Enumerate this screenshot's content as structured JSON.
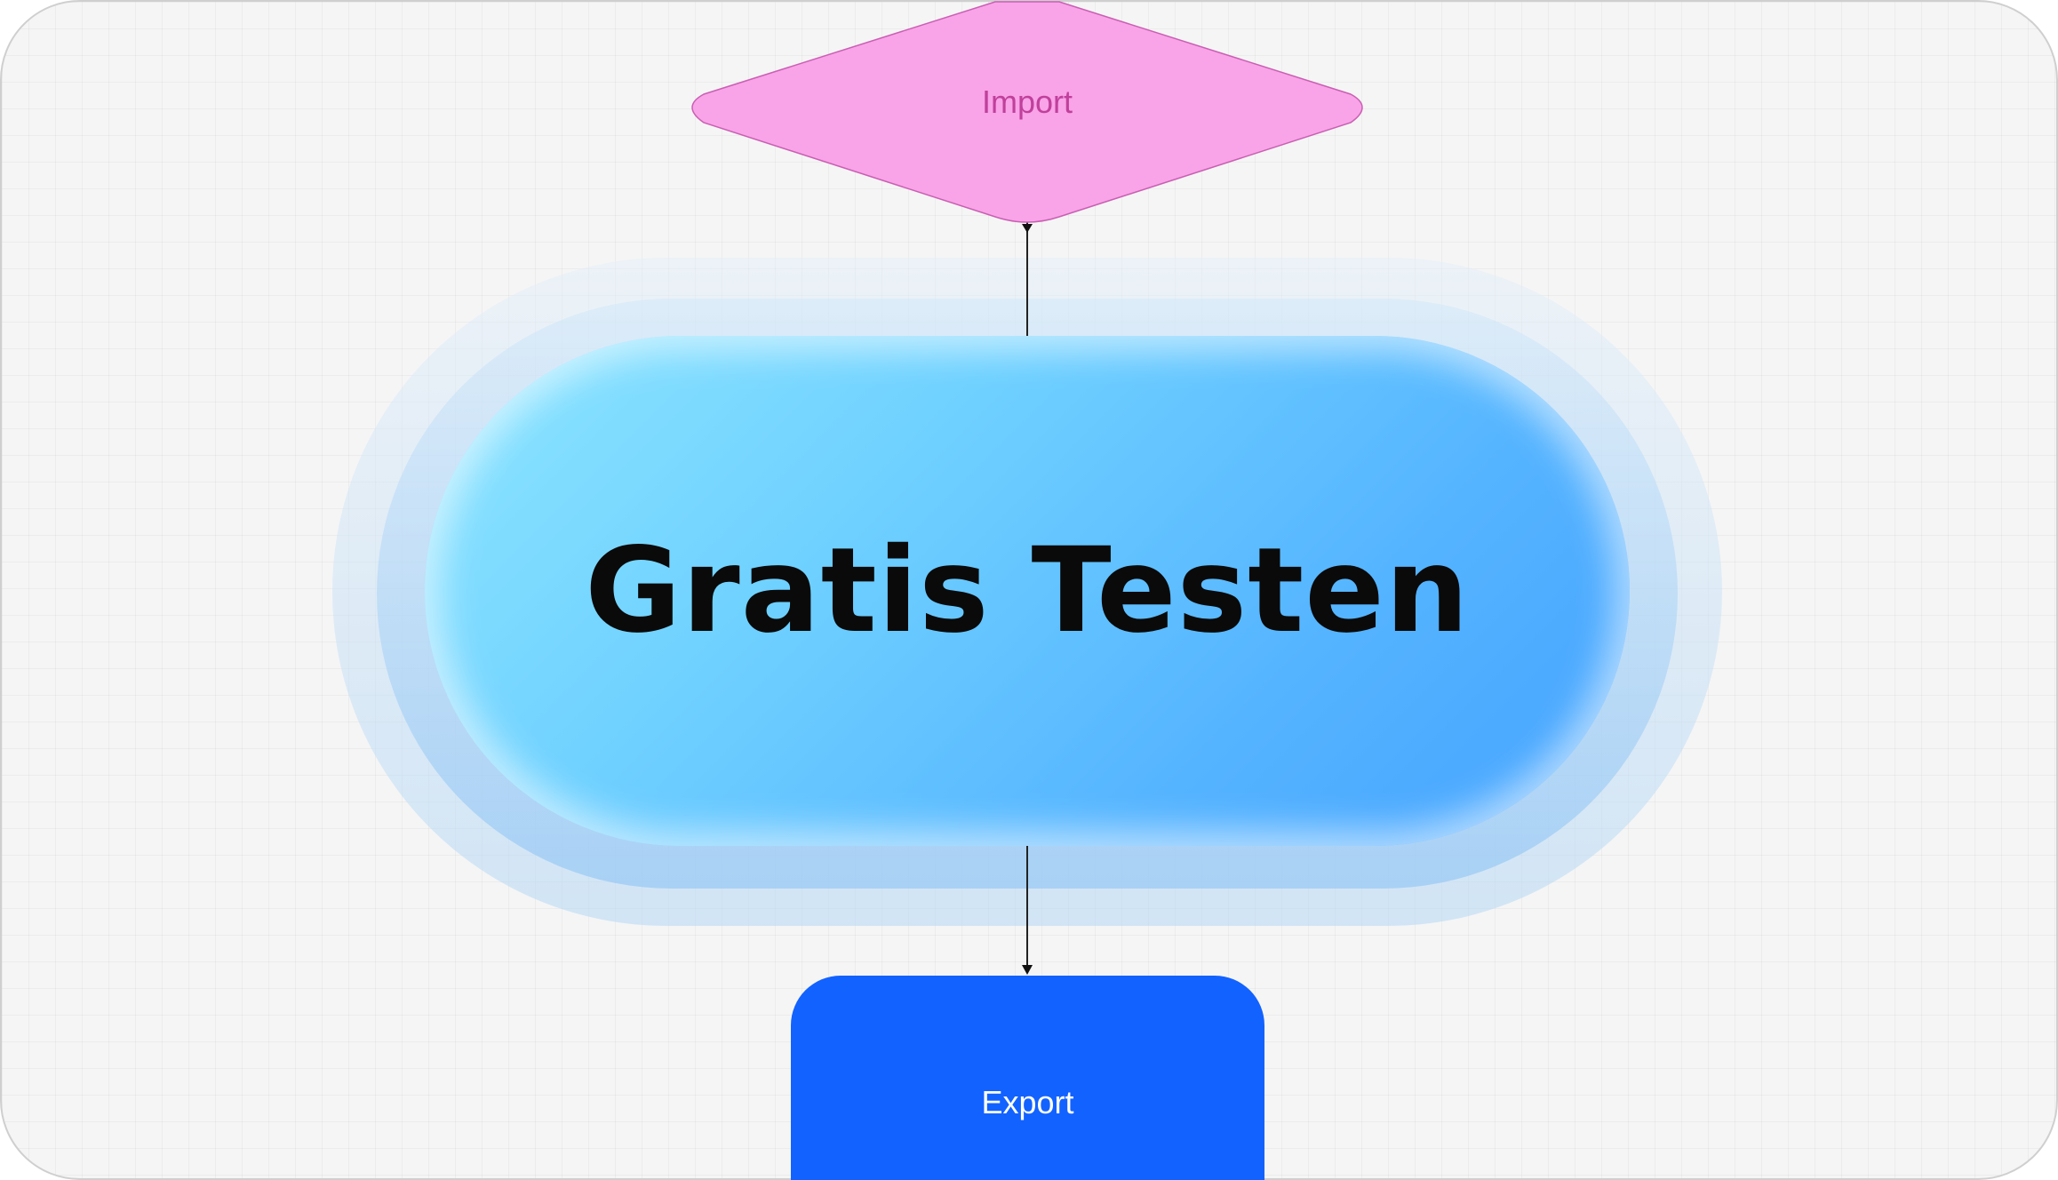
{
  "diagram": {
    "import_node": {
      "label": "Import",
      "fill": "#f9a3e9",
      "text_color": "#c0409a"
    },
    "cta": {
      "label": "Gratis Testen"
    },
    "export_node": {
      "label": "Export",
      "fill": "#1262ff",
      "text_color": "#ffffff"
    }
  }
}
